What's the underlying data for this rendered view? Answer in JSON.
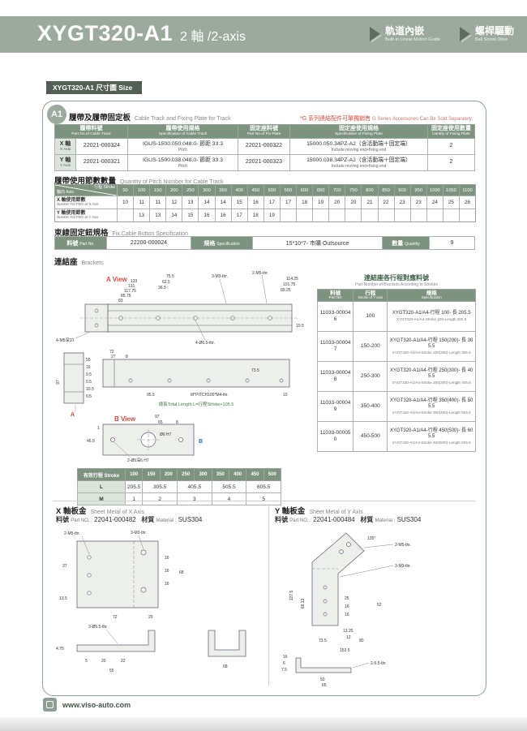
{
  "header": {
    "model": "XYGT320-A1",
    "axis": "2 軸 /2-axis",
    "features": [
      {
        "zh": "軌道內嵌",
        "en": "Built-in Linear Motion Guide"
      },
      {
        "zh": "螺桿驅動",
        "en": "Ball Screw Drive"
      }
    ]
  },
  "section_bar": "XYGT320-A1 尺寸圖 Size",
  "badge": "A1",
  "colors": {
    "band_green": "#9BAA9D",
    "header_green": "#7D927F",
    "dark_bar": "#515F54",
    "note_red": "#D94A3D"
  },
  "track_table": {
    "title_zh": "履帶及履帶固定板",
    "title_en": "Cable Track and Fixing Plate for Track",
    "note_zh": "*G 系列連結配件可單獨銷售",
    "note_en": "G Series Accessories Can Be Sold Separately.",
    "headers": [
      {
        "zh": "履帶料號",
        "en": "Part No.of Cable Track"
      },
      {
        "zh": "履帶使用規格",
        "en": "Specification of Cable Track"
      },
      {
        "zh": "固定座料號",
        "en": "Part No.of Fix Plate"
      },
      {
        "zh": "固定座使用規格",
        "en": "Specification of Fixing Plate"
      },
      {
        "zh": "固定座使用數量",
        "en": "Uantity of Fixing Plate"
      }
    ],
    "rows": [
      {
        "axis_zh": "X 軸",
        "axis_en": "X Axis",
        "part": "22021-000324",
        "spec_zh": "IGUS-1500.050.048.0- 節距 33.3",
        "spec_en": "Pitch",
        "fix_part": "22021-000322",
        "fix_zh": "15000.050.34PZ-A2（含活動端＋固定端）",
        "fix_en": "Include moving end+fixing end",
        "qty": "2"
      },
      {
        "axis_zh": "Y 軸",
        "axis_en": "Y Axis",
        "part": "22021-000321",
        "spec_zh": "IGUS-1500.038.048.0- 節距 33.3",
        "spec_en": "Pitch",
        "fix_part": "22021-000323",
        "fix_zh": "15000.038.34PZ-A2（含活動端＋固定端）",
        "fix_en": "Include moving end+fixing end",
        "qty": "2"
      }
    ]
  },
  "pitch_table": {
    "title_zh": "履帶使用節數數量",
    "title_en": "Quantity of Pitch Number for Cable Track",
    "axis_label": "軸向 Axis",
    "stroke_label": "行程 Stroke",
    "strokes": [
      "50",
      "100",
      "150",
      "200",
      "250",
      "300",
      "350",
      "400",
      "450",
      "500",
      "550",
      "600",
      "650",
      "700",
      "750",
      "800",
      "850",
      "900",
      "950",
      "1000",
      "1050",
      "1100"
    ],
    "x_label_zh": "X 軸使用節數",
    "x_label_en": "Number For Pitch of X Axis",
    "x_values": [
      "10",
      "11",
      "11",
      "12",
      "13",
      "14",
      "14",
      "15",
      "16",
      "17",
      "17",
      "18",
      "19",
      "20",
      "20",
      "21",
      "22",
      "23",
      "23",
      "24",
      "25",
      "26"
    ],
    "y_label_zh": "Y 軸使用節數",
    "y_label_en": "Number For Pitch of Y Axis",
    "y_values": [
      "",
      "13",
      "13",
      "14",
      "15",
      "16",
      "16",
      "17",
      "18",
      "19",
      "",
      "",
      "",
      "",
      "",
      "",
      "",
      "",
      "",
      "",
      "",
      ""
    ]
  },
  "button_table": {
    "title_zh": "束線固定鈕規格",
    "title_en": "Fix Cable Button Specification",
    "part_label_zh": "料號",
    "part_label_en": "Part No.",
    "part": "22200-000024",
    "spec_label_zh": "規格",
    "spec_label_en": "Specification",
    "spec": "15*10*7- 市購 Outsource",
    "qty_label_zh": "數量",
    "qty_label_en": "Quantity",
    "qty": "9"
  },
  "brackets_section": {
    "title_zh": "連結座",
    "title_en": "Brackets"
  },
  "bracket_drawing": {
    "view_a": "A View",
    "view_b": "B View",
    "label_a": "A",
    "label_b": "B",
    "dims": {
      "d75_5": "75.5",
      "d62_5": "62.5",
      "d36_5": "36.5",
      "thr_3m3": "3-M3-thr.",
      "thr_2m5": "2-M5-thr.",
      "d114_25": "114.25",
      "d101_75": "101.75",
      "d89_25": "89.25",
      "d133": "133",
      "d131": "131",
      "d117_75": "117.75",
      "d85_75": "85.75",
      "d83": "83",
      "d19_5": "19.5",
      "thr_4m5": "4-M5深10",
      "thr_4d6_5": "4-Ø6.5-thr.",
      "d97": "97",
      "d55": "55",
      "d16": "16",
      "d9_5": "9.5",
      "d0_5a": "0.5",
      "d10_5": "10.5",
      "d0_5b": "0.5",
      "d72": "72",
      "d27": "27",
      "d8": "8",
      "d95_5": "95.5",
      "pitch_note": "M*PITCH100*M4-thr.",
      "d10": "10",
      "d73_5": "73.5",
      "total_length": "總長Total Length L=行程Stroke+105.5",
      "d97b": "97",
      "d65": "65",
      "d8b": "8",
      "d46_5": "46.5",
      "d1": "1",
      "thr_2d5": "2-Ø5深6 H7",
      "d6h7": "Ø6 H7"
    }
  },
  "bracket_part_table": {
    "title_zh": "連結座各行程對應料號",
    "title_en": "Part Number of Brackets According to Strokes",
    "headers": [
      {
        "zh": "料號",
        "en": "Part NO"
      },
      {
        "zh": "行程",
        "en": "Stroke of Y axis"
      },
      {
        "zh": "規格",
        "en": "Specification"
      }
    ],
    "rows": [
      {
        "part": "11033-000046",
        "stroke": "100",
        "spec_zh": "XYGT320-A1/A4-行程 100- 長 205.5",
        "spec_en": "XYGT320-A1/A4-Stroke 100-Length 205.5"
      },
      {
        "part": "11033-000047",
        "stroke": "150-200",
        "spec_zh": "XYGT320-A1/A4-行程 150(200)- 長 305.5",
        "spec_en": "XYGT320-A1/A4-Stroke 150(200)-Length 305.5"
      },
      {
        "part": "11033-000048",
        "stroke": "250-300",
        "spec_zh": "XYGT320-A1/A4-行程 250(300)- 長 405.5",
        "spec_en": "XYGT320-A1/A4-Stroke 250(300)-Length 405.5"
      },
      {
        "part": "11033-000049",
        "stroke": "350-400",
        "spec_zh": "XYGT320-A1/A4-行程 350(400)- 長 505.5",
        "spec_en": "XYGT320-A1/A4-Stroke 350(400)-Length 505.5"
      },
      {
        "part": "11033-000050",
        "stroke": "450-500",
        "spec_zh": "XYGT320-A1/A4-行程 450(500)- 長 605.5",
        "spec_en": "XYGT320-A1/A4-Stroke 450(500)-Length 605.5"
      }
    ]
  },
  "stroke_length_table": {
    "title": "有效行程 Stroke",
    "strokes": [
      "100",
      "150",
      "200",
      "250",
      "300",
      "350",
      "400",
      "450",
      "500"
    ],
    "l_label": "L",
    "l_values": [
      "205.5",
      "305.5",
      "405.5",
      "505.5",
      "605.5"
    ],
    "m_label": "M",
    "m_values": [
      "1",
      "2",
      "3",
      "4",
      "5"
    ]
  },
  "sheet_x": {
    "title_zh": "X 軸板金",
    "title_en": "Sheet Metal of X Axis",
    "part_label_zh": "料號",
    "part_label_en": "Part NO. :",
    "part": "22041-000482",
    "mat_label_zh": "材質",
    "mat_label_en": "Material :",
    "material": "SUS304",
    "dims": {
      "thr_2m5": "2-M5-thr.",
      "thr_3m3": "3-M3-thr.",
      "d37": "37",
      "d13_5": "13.5",
      "d16a": "16",
      "d16b": "16",
      "d16c": "16",
      "d68": "68",
      "d72": "72",
      "d20": "20",
      "d4_75": "4.75",
      "d5": "5",
      "d20b": "20",
      "d22": "22",
      "d55": "55",
      "thr_3d5_5": "3-Ø5.5-thr.",
      "d68b": "68"
    }
  },
  "sheet_y": {
    "title_zh": "Y 軸板金",
    "title_en": "Sheet Metal of Y Axis",
    "part_label_zh": "料號",
    "part_label_en": "Part NO. :",
    "part": "22041-000484",
    "mat_label_zh": "材質",
    "mat_label_en": "Material :",
    "material": "SUS304",
    "dims": {
      "d135": "135°",
      "thr_2m5": "2-M5-thr.",
      "thr_3m3": "3-M3-thr.",
      "d127_5": "127.5",
      "d68_13": "68.13",
      "d25": "25",
      "d16a": "16",
      "d16b": "16",
      "d52": "52",
      "d13_25": "13.25",
      "d12": "12",
      "d73_5": "73.5",
      "d80": "80",
      "d153_5": "153.5",
      "d16c": "16",
      "d6": "6",
      "d7_5": "7.5",
      "d50": "50",
      "d65": "65",
      "thr_2d5_5": "2-5.5-thr."
    }
  },
  "footer": {
    "url": "www.viso-auto.com"
  }
}
